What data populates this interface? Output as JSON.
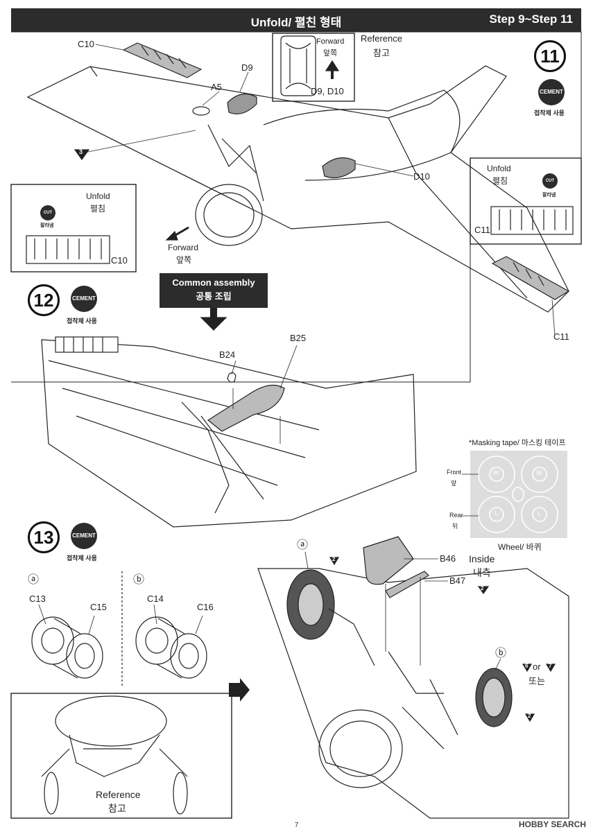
{
  "header": {
    "title": "Unfold/ 펼친 형태",
    "steps": "Step 9~Step 11"
  },
  "step11": {
    "number": "11",
    "cement": "CEMENT",
    "cement_ko": "접착제 사용"
  },
  "step12": {
    "number": "12",
    "cement": "CEMENT",
    "cement_ko": "접착제 사용"
  },
  "step13": {
    "number": "13",
    "cement": "CEMENT",
    "cement_ko": "접착제 사용"
  },
  "top": {
    "forward_box": {
      "en": "Forward",
      "ko": "앞쪽",
      "parts": "D9, D10"
    },
    "reference": {
      "en": "Reference",
      "ko": "참고"
    },
    "parts": {
      "c10": "C10",
      "d9": "D9",
      "a5": "A5",
      "d10": "D10",
      "c11": "C11"
    },
    "tri3": "3",
    "forward_arrow": {
      "en": "Forward",
      "ko": "앞쪽"
    }
  },
  "left_inset": {
    "unfold": "Unfold",
    "unfold_ko": "펼침",
    "cut": "CUT",
    "cut_ko": "잘라냄",
    "part": "C10"
  },
  "right_inset": {
    "unfold": "Unfold",
    "unfold_ko": "펼침",
    "cut": "CUT",
    "cut_ko": "잘라냄",
    "part": "C11"
  },
  "common": {
    "en": "Common assembly",
    "ko": "공통 조립"
  },
  "mid": {
    "b24": "B24",
    "b25": "B25"
  },
  "masking": {
    "title": "*Masking tape/ 마스킹 테이프",
    "front": "Front",
    "front_ko": "앞",
    "rear": "Rear",
    "rear_ko": "뒤",
    "w": "W",
    "l": "L",
    "caption": "Wheel/ 바퀴"
  },
  "wheels": {
    "a": "ⓐ",
    "b": "ⓑ",
    "c13": "C13",
    "c15": "C15",
    "c14": "C14",
    "c16": "C16"
  },
  "bottom_ref": {
    "en": "Reference",
    "ko": "참고"
  },
  "right_bottom": {
    "a": "ⓐ",
    "b": "ⓑ",
    "tri2": "2",
    "b46": "B46",
    "b47": "B47",
    "inside": "Inside",
    "inside_ko": "내측",
    "tri6": "6",
    "or": "or",
    "tri7": "7",
    "or_ko": "또는"
  },
  "page_number": "7",
  "watermark": "HOBBY SEARCH"
}
